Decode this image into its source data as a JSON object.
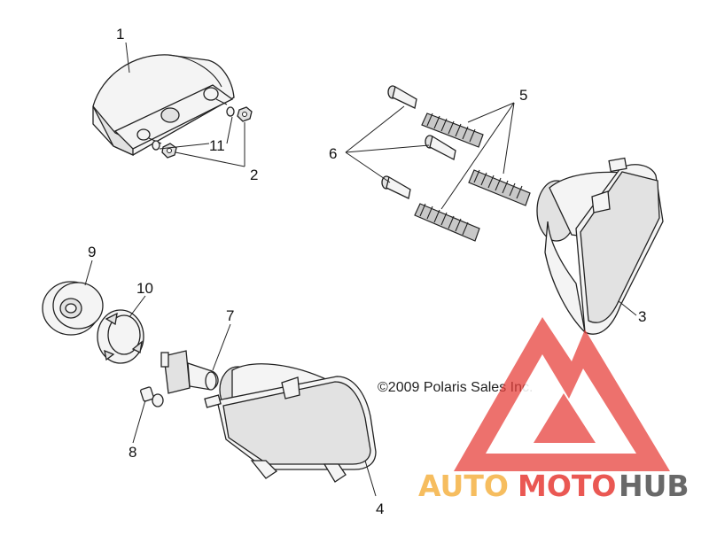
{
  "callouts": [
    "1",
    "2",
    "3",
    "4",
    "5",
    "6",
    "7",
    "8",
    "9",
    "10",
    "11"
  ],
  "copyright": "©2009 Polaris Sales Inc.",
  "watermark": {
    "text_part1": "AUTO",
    "text_part2": "MOTO",
    "text_part3": "HUB",
    "color_orange": "#f5b54a",
    "color_red": "#e8413c",
    "color_dark": "#555555"
  }
}
